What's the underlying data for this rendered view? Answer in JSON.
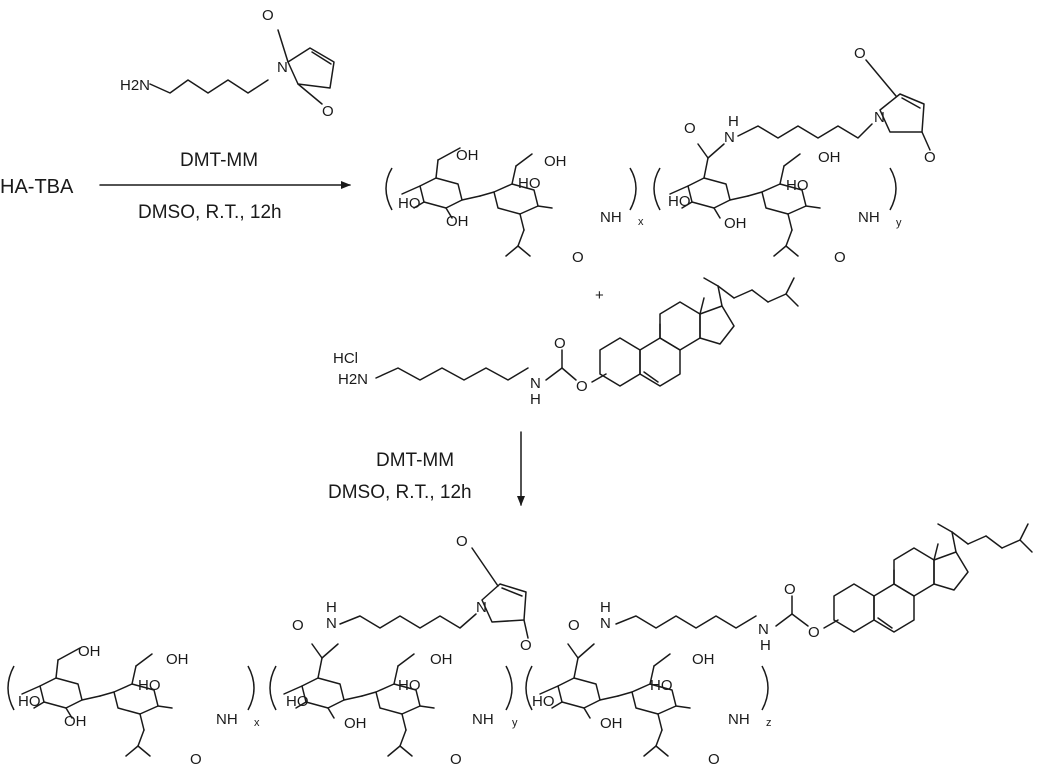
{
  "step1": {
    "start_material": "HA-TBA",
    "reagent": "DMT-MM",
    "conditions": "DMSO, R.T., 12h"
  },
  "step2": {
    "plus": "+",
    "salt": "HCl",
    "reagent": "DMT-MM",
    "conditions": "DMSO, R.T., 12h"
  },
  "atoms": {
    "H2N": "H2N",
    "N": "N",
    "O": "O",
    "OH": "OH",
    "HO": "HO",
    "NH": "NH",
    "H": "H"
  },
  "repeat_units": {
    "x": "x",
    "y": "y",
    "z": "z"
  }
}
